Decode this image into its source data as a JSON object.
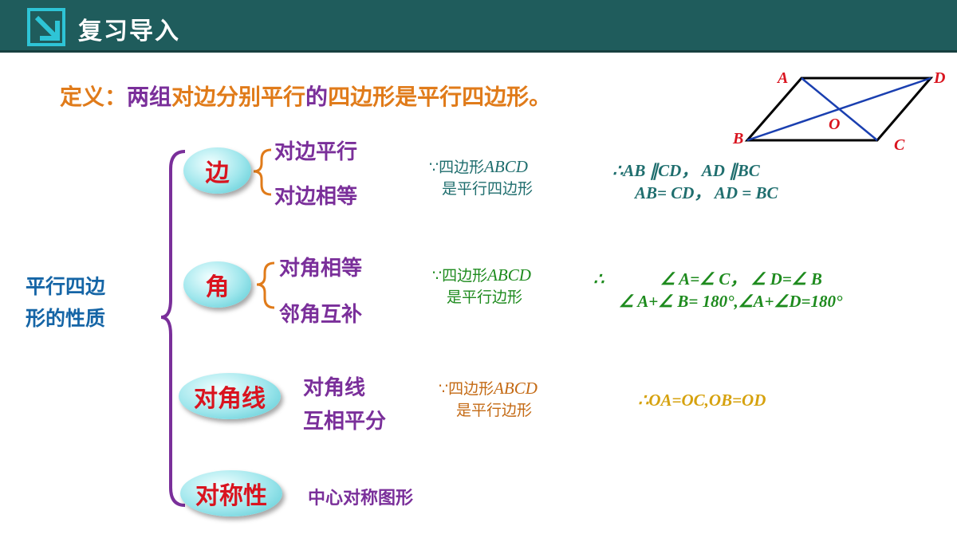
{
  "header": {
    "title": "复习导入"
  },
  "definition": {
    "prefix": "定义：",
    "part1": "两组",
    "part2": "对边分别平行",
    "part3": "的",
    "part4": "四边形是平行四边形。"
  },
  "figure": {
    "labels": {
      "A": "A",
      "D": "D",
      "B": "B",
      "C": "C",
      "O": "O"
    }
  },
  "properties": {
    "label_line1": "平行四边",
    "label_line2": "形的性质",
    "bian": {
      "label": "边",
      "sub1": "对边平行",
      "sub2": "对边相等",
      "cond_line1_pre": "∵四边形",
      "cond_line1_em": "ABCD",
      "cond_line2": "是平行四边形",
      "result_line1": "∴AB ∥CD， AD ∥BC",
      "result_line2": "AB= CD， AD = BC"
    },
    "jiao": {
      "label": "角",
      "sub1": "对角相等",
      "sub2": "邻角互补",
      "cond_line1_pre": "∵四边形",
      "cond_line1_em": "ABCD",
      "cond_line2": "是平行边形",
      "therefore": "∴",
      "result_line1": "∠ A=∠ C， ∠ D=∠ B",
      "result_line2": "∠ A+∠ B= 180°,∠A+∠D=180°"
    },
    "duijiaoxian": {
      "label": "对角线",
      "sub1": "对角线",
      "sub2": "互相平分",
      "cond_line1_pre": "∵四边形",
      "cond_line1_em": "ABCD",
      "cond_line2": "是平行边形",
      "result_line1": "∴OA=OC,OB=OD"
    },
    "duichenxing": {
      "label": "对称性",
      "sub1": "中心对称图形"
    }
  },
  "colors": {
    "header_bg": "#1f5c5c",
    "accent_orange": "#e07b1a",
    "accent_purple": "#7a2f9a",
    "ellipse_text": "#d9141f",
    "label_blue": "#1565a6"
  }
}
